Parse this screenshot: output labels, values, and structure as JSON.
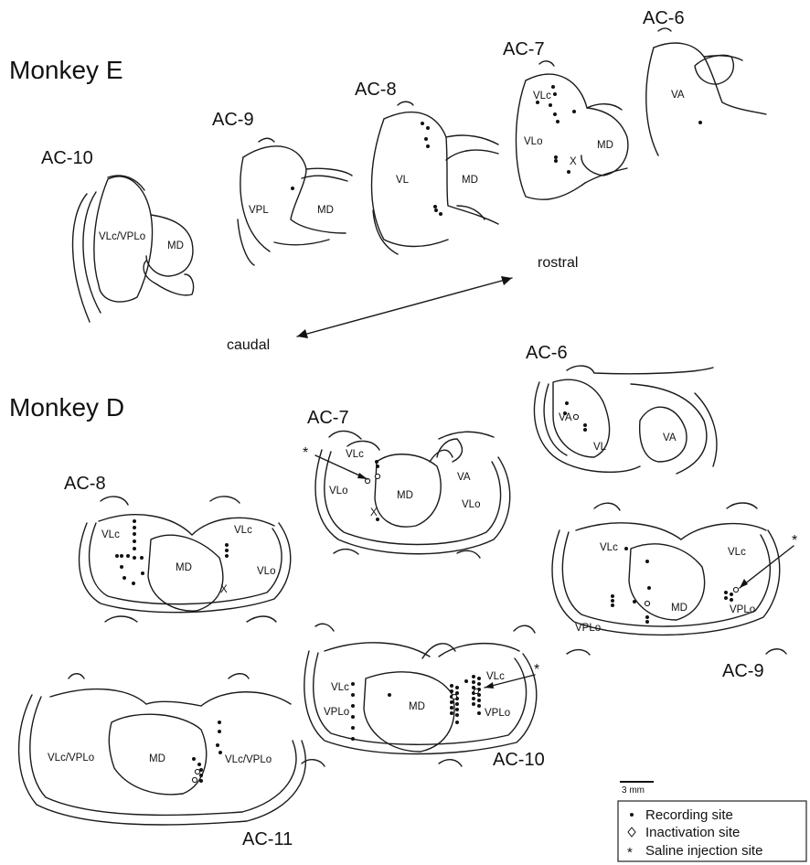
{
  "monkeys": [
    {
      "key": "E",
      "label": "Monkey E"
    },
    {
      "key": "D",
      "label": "Monkey D"
    }
  ],
  "sections": [
    {
      "id": "e-ac10",
      "label": "AC-10",
      "regions": [
        "VLc/VPLo",
        "MD"
      ]
    },
    {
      "id": "e-ac9",
      "label": "AC-9",
      "regions": [
        "VPL",
        "MD"
      ]
    },
    {
      "id": "e-ac8",
      "label": "AC-8",
      "regions": [
        "VL",
        "MD"
      ]
    },
    {
      "id": "e-ac7",
      "label": "AC-7",
      "regions": [
        "VLc",
        "VLo",
        "MD",
        "X"
      ]
    },
    {
      "id": "e-ac6",
      "label": "AC-6",
      "regions": [
        "VA"
      ]
    },
    {
      "id": "d-ac6",
      "label": "AC-6",
      "regions": [
        "VA",
        "VL",
        "VA"
      ]
    },
    {
      "id": "d-ac7",
      "label": "AC-7",
      "regions": [
        "VLc",
        "VLo",
        "MD",
        "VA",
        "VLo",
        "X",
        "*"
      ]
    },
    {
      "id": "d-ac8",
      "label": "AC-8",
      "regions": [
        "VLc",
        "VLc",
        "MD",
        "VLo",
        "X"
      ]
    },
    {
      "id": "d-ac9",
      "label": "AC-9",
      "regions": [
        "VLc",
        "VLc",
        "MD",
        "VPLo",
        "VPLo",
        "*"
      ]
    },
    {
      "id": "d-ac10",
      "label": "AC-10",
      "regions": [
        "VLc",
        "VLc",
        "MD",
        "VPLo",
        "VPLo",
        "*"
      ]
    },
    {
      "id": "d-ac11",
      "label": "AC-11",
      "regions": [
        "VLc/VPLo",
        "MD",
        "VLc/VPLo"
      ]
    }
  ],
  "direction": {
    "rostral": "rostral",
    "caudal": "caudal"
  },
  "scale_bar": {
    "label": "3 mm"
  },
  "legend": [
    {
      "symbol": "•",
      "label": "Recording site"
    },
    {
      "symbol": "◇",
      "label": "Inactivation site"
    },
    {
      "symbol": "*",
      "label": "Saline injection site"
    }
  ]
}
